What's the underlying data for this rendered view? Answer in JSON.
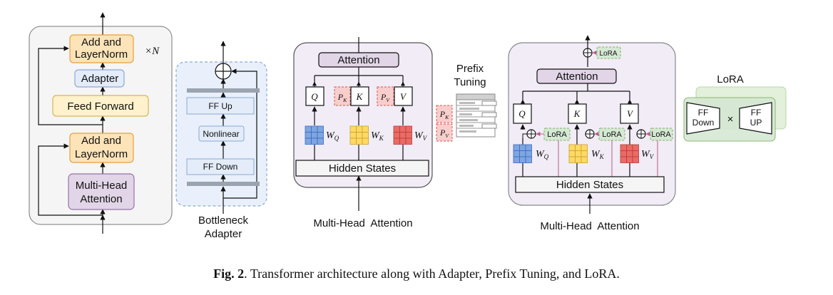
{
  "transformer": {
    "add_norm_top": "Add and\nLayerNorm",
    "adapter": "Adapter",
    "feed_forward": "Feed Forward",
    "add_norm_bottom": "Add and\nLayerNorm",
    "mha": "Multi-Head\nAttention",
    "times_n": "×N"
  },
  "bottleneck": {
    "ff_up": "FF Up",
    "nonlinear": "Nonlinear",
    "ff_down": "FF Down",
    "label": "Bottleneck\nAdapter"
  },
  "prefix_panel": {
    "attention": "Attention",
    "q": "Q",
    "k": "K",
    "v": "V",
    "pk": "P_K",
    "pv": "P_V",
    "wq": "W_Q",
    "wk": "W_K",
    "wv": "W_V",
    "hidden": "Hidden States",
    "caption": "Multi-Head  Attention"
  },
  "prefix_side": {
    "title": "Prefix\nTuning",
    "pk": "P_K",
    "pv": "P_V"
  },
  "lora_panel": {
    "attention": "Attention",
    "lora_top": "LoRA",
    "q": "Q",
    "k": "K",
    "v": "V",
    "lora_q": "LoRA",
    "lora_k": "LoRA",
    "lora_v": "LoRA",
    "wq": "W_Q",
    "wk": "W_K",
    "wv": "W_V",
    "hidden": "Hidden States",
    "caption": "Multi-Head  Attention"
  },
  "lora_side": {
    "title": "LoRA",
    "ff_down": "FF\nDown",
    "times": "×",
    "ff_up": "FF\nUP"
  },
  "figure_caption": {
    "bold": "Fig. 2",
    "text": ". Transformer architecture along with Adapter, Prefix Tuning, and LoRA."
  },
  "colors": {
    "orange_fill": "#fde3b8",
    "orange_stroke": "#e6a23c",
    "blue_fill": "#e3ecf8",
    "blue_stroke": "#8aa9d6",
    "yellow_fill": "#fff2cc",
    "yellow_stroke": "#d6b656",
    "purple_fill": "#e1d5e7",
    "purple_stroke": "#9673a6",
    "panel_gray": "#f5f5f5",
    "panel_purple": "#f1ecf6",
    "red_fill": "#f8cecc",
    "red_stroke": "#d9534f",
    "green_fill": "#d5e8d4",
    "green_stroke": "#82b366",
    "w_blue": "#7ea6e0",
    "w_yellow": "#ffd966",
    "w_red": "#ea6b66"
  }
}
